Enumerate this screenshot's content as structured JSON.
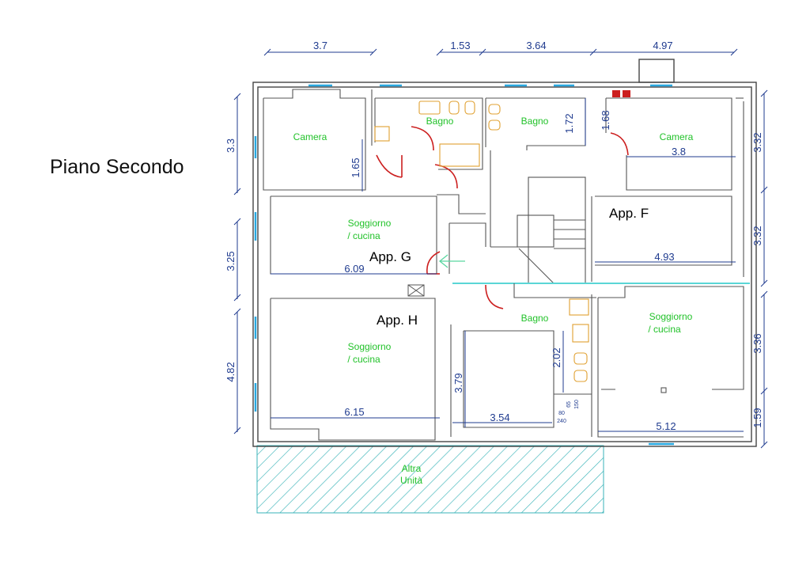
{
  "page": {
    "title": "Piano Secondo"
  },
  "colors": {
    "wall": "#444444",
    "dimension": "#1f3b8f",
    "room_label": "#22c22a",
    "window": "#29a8e0",
    "door": "#cc1f1f",
    "fixture": "#e0a030",
    "hatch": "#3ab3b8",
    "landing": "#5ad6d6"
  },
  "dimensions": {
    "top": [
      "3.7",
      "1.53",
      "3.64",
      "4.97"
    ],
    "left": [
      "3.3",
      "3.25",
      "4.82"
    ],
    "right": [
      "3.32",
      "3.32",
      "3.36",
      "1.59"
    ],
    "inner": {
      "camera_left_h": "1.65",
      "bagno_f_h": "1.72",
      "bagno_f_h2": "1.68",
      "camera_right_w": "3.8",
      "soggiorno_f_w": "4.93",
      "soggiorno_g_w": "6.09",
      "soggiorno_h_w": "6.15",
      "bagno_h_w": "3.54",
      "bagno_h_h": "3.79",
      "bagno_h_h2": "2.02",
      "soggiorno_right_w": "5.12",
      "small_1": "65",
      "small_2": "150",
      "small_3": "80",
      "small_4": "240"
    }
  },
  "rooms": {
    "camera_left": "Camera",
    "bagno_g": "Bagno",
    "bagno_f": "Bagno",
    "camera_right": "Camera",
    "soggiorno_g_1": "Soggiorno",
    "soggiorno_g_2": "/ cucina",
    "soggiorno_h_1": "Soggiorno",
    "soggiorno_h_2": "/ cucina",
    "bagno_h": "Bagno",
    "soggiorno_r_1": "Soggiorno",
    "soggiorno_r_2": "/ cucina",
    "altra_1": "Altra",
    "altra_2": "Unità"
  },
  "apartments": {
    "f": "App. F",
    "g": "App. G",
    "h": "App. H"
  }
}
